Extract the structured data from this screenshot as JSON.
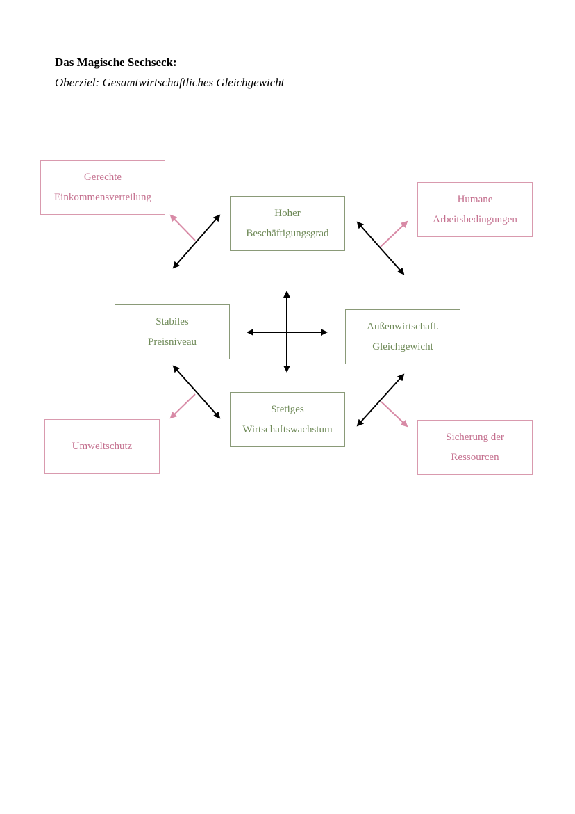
{
  "header": {
    "title": "Das Magische Sechseck:",
    "subtitle": "Oberziel: Gesamtwirtschaftliches Gleichgewicht"
  },
  "goals": {
    "beschaeftigung": [
      "Hoher",
      "Beschäftigungsgrad"
    ],
    "preisniveau": [
      "Stabiles",
      "Preisniveau"
    ],
    "aussenwirtschaft": [
      "Außenwirtschafl.",
      "Gleichgewicht"
    ],
    "wachstum": [
      "Stetiges",
      "Wirtschaftswachstum"
    ],
    "einkommen": [
      "Gerechte",
      "Einkommensverteilung"
    ],
    "arbeit": [
      "Humane",
      "Arbeitsbedingungen"
    ],
    "umwelt": [
      "Umweltschutz"
    ],
    "ressourcen": [
      "Sicherung der",
      "Ressourcen"
    ]
  },
  "colors": {
    "core_goal": "#6f8a58",
    "extended_goal": "#c46f8e",
    "conflict_arrow": "#000000",
    "extension_arrow": "#d88aa6"
  }
}
